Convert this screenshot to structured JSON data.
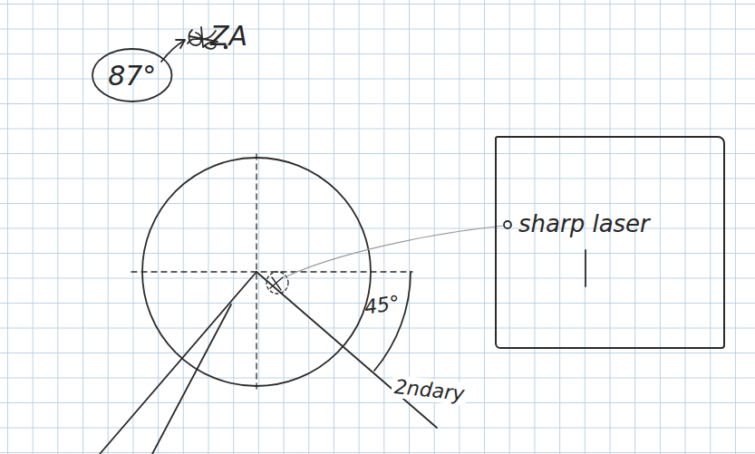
{
  "diagram": {
    "nodes": [
      {
        "text": [
          "87°"
        ]
      },
      {
        "text": [
          "sharp laser"
        ]
      }
    ],
    "labels": [
      "ZA",
      "45°",
      "2ndary"
    ]
  }
}
